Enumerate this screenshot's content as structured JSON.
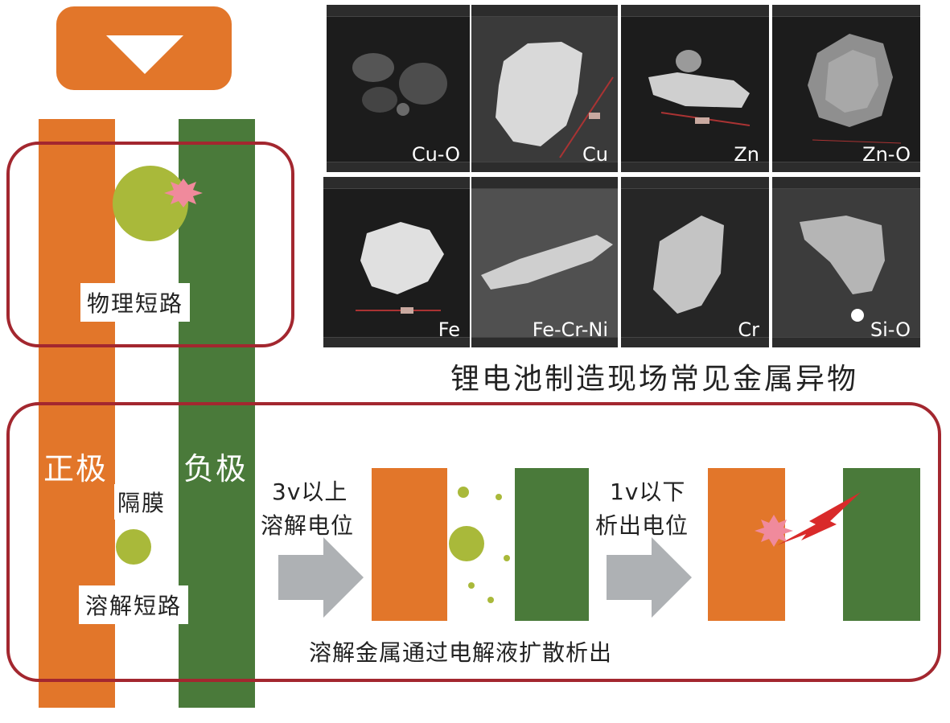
{
  "electrodes": {
    "positive_label": "正极",
    "negative_label": "负极",
    "separator_label": "隔膜"
  },
  "physical_short": {
    "label": "物理短路"
  },
  "dissolution_short": {
    "label": "溶解短路"
  },
  "sem_grid": {
    "caption": "锂电池制造现场常见金属异物",
    "images": [
      {
        "label": "Cu-O"
      },
      {
        "label": "Cu"
      },
      {
        "label": "Zn"
      },
      {
        "label": "Zn-O"
      },
      {
        "label": "Fe"
      },
      {
        "label": "Fe-Cr-Ni"
      },
      {
        "label": "Cr"
      },
      {
        "label": "Si-O"
      }
    ]
  },
  "process": {
    "step1_line1": "3v以上",
    "step1_line2": "溶解电位",
    "step2_line1": "1v以下",
    "step2_line2": "析出电位",
    "bottom_caption": "溶解金属通过电解液扩散析出"
  },
  "colors": {
    "orange": "#e2762a",
    "green": "#4a7a3a",
    "particle": "#a9b93a",
    "frame": "#a3272f",
    "arrow": "#aeb1b4"
  }
}
